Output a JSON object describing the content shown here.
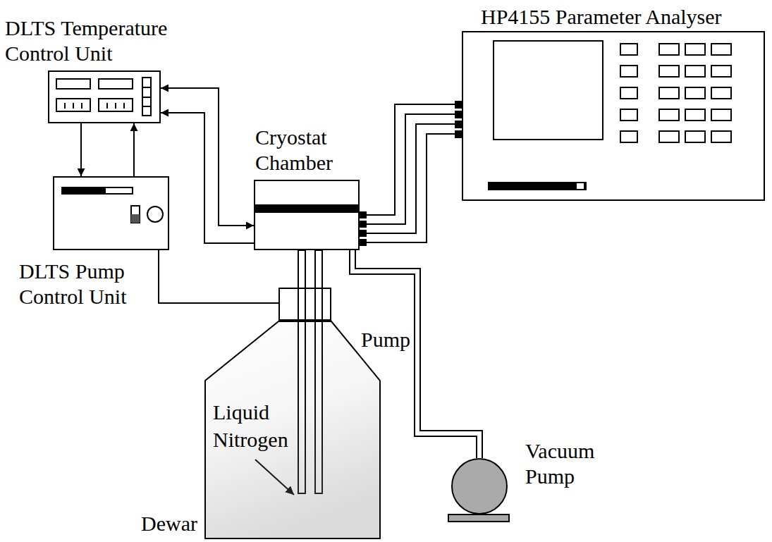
{
  "diagram": {
    "nodes": [
      {
        "text": [
          "HP4155 Parameter Analyser"
        ]
      },
      {
        "text": [
          "DLTS Temperature Control Unit"
        ]
      },
      {
        "text": [
          "DLTS Pump Control Unit"
        ]
      },
      {
        "text": [
          "Cryostat Chamber"
        ]
      },
      {
        "text": [
          "Pump"
        ]
      },
      {
        "text": [
          "Dewar"
        ]
      },
      {
        "text": [
          "Vacuum Pump"
        ]
      }
    ],
    "edges": [
      {
        "from": 1,
        "to": 3,
        "arrow": "both"
      },
      {
        "from": 3,
        "to": 1,
        "arrow": "to"
      },
      {
        "from": 1,
        "to": 2,
        "arrow": "to"
      },
      {
        "from": 2,
        "to": 1,
        "arrow": "to"
      },
      {
        "from": 2,
        "to": 4,
        "arrow": "none"
      },
      {
        "from": 3,
        "to": 0,
        "arrow": "none"
      },
      {
        "from": 3,
        "to": 0,
        "arrow": "none"
      },
      {
        "from": 3,
        "to": 0,
        "arrow": "none"
      },
      {
        "from": 3,
        "to": 0,
        "arrow": "none"
      },
      {
        "from": 3,
        "to": 6,
        "arrow": "none"
      }
    ],
    "labels": [
      "Liquid Nitrogen"
    ]
  }
}
